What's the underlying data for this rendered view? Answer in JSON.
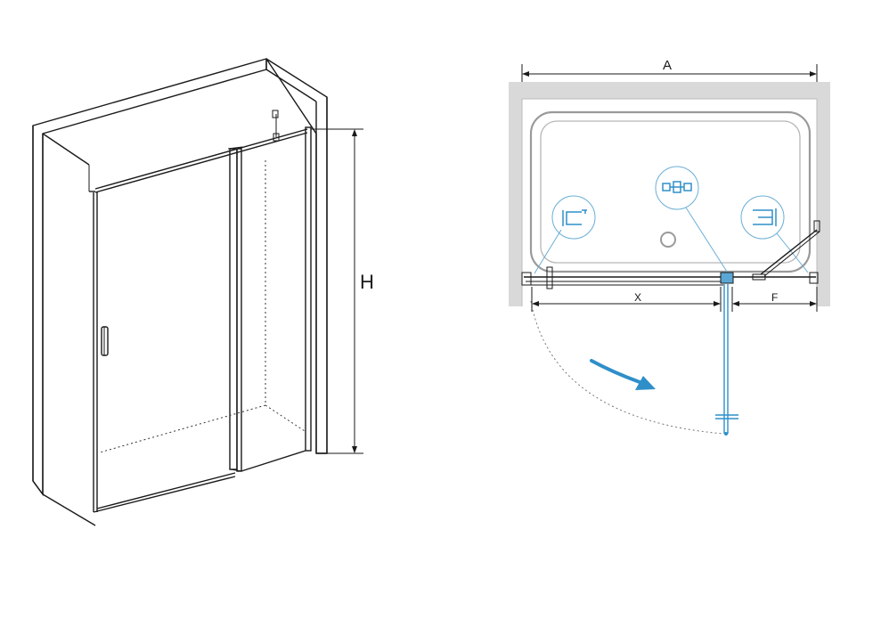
{
  "left_view": {
    "dimension_height_label": "H"
  },
  "plan_view": {
    "dimension_width_label": "A",
    "dimension_door_label": "X",
    "dimension_fixed_label": "F",
    "colors": {
      "wall": "#d9d9d9",
      "accent": "#2f8fc9",
      "line": "#1a1a1a"
    }
  }
}
